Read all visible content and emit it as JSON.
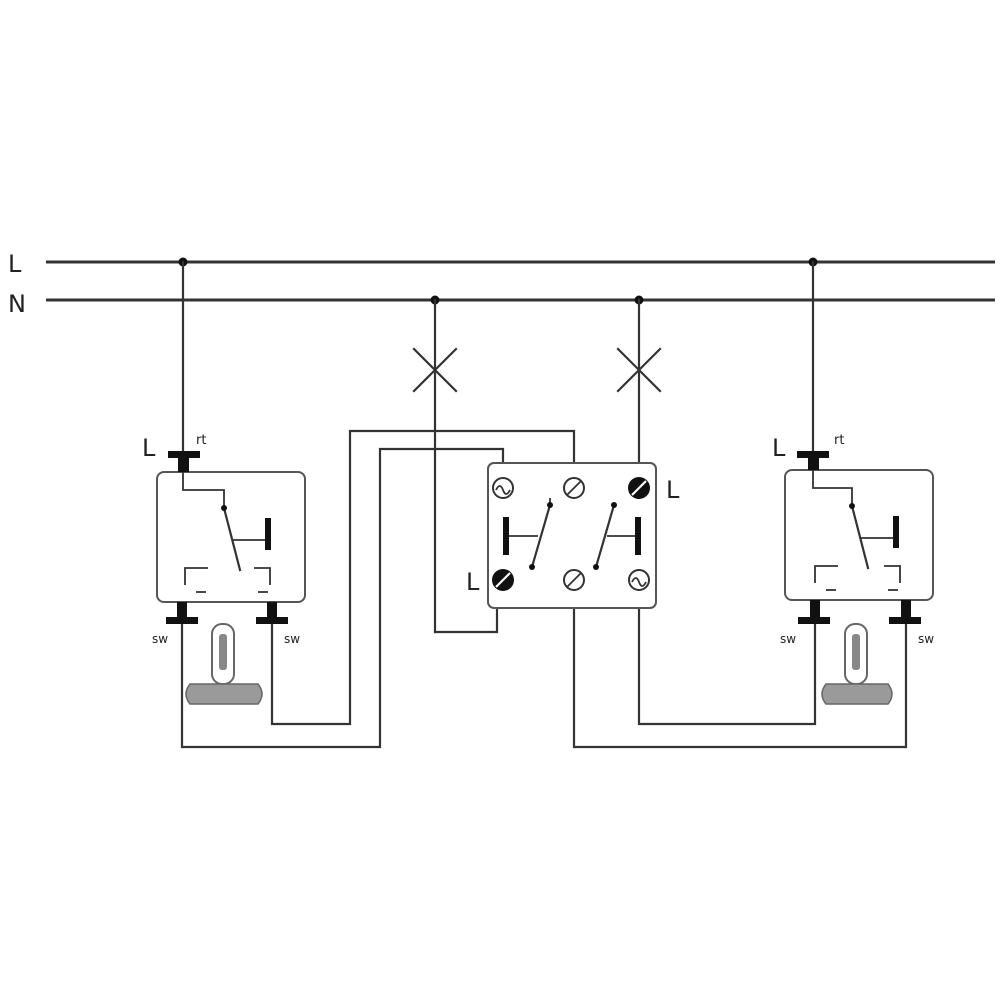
{
  "lines": {
    "phase_label": "L",
    "neutral_label": "N"
  },
  "left_switch": {
    "l_label": "L",
    "rt_label": "rt",
    "sw_left_label": "sw",
    "sw_right_label": "sw"
  },
  "center_switch": {
    "l_top_label": "L",
    "l_bottom_label": "L"
  },
  "right_switch": {
    "l_label": "L",
    "rt_label": "rt",
    "sw_left_label": "sw",
    "sw_right_label": "sw"
  },
  "colors": {
    "wire": "#333333",
    "box_border": "#555555"
  }
}
